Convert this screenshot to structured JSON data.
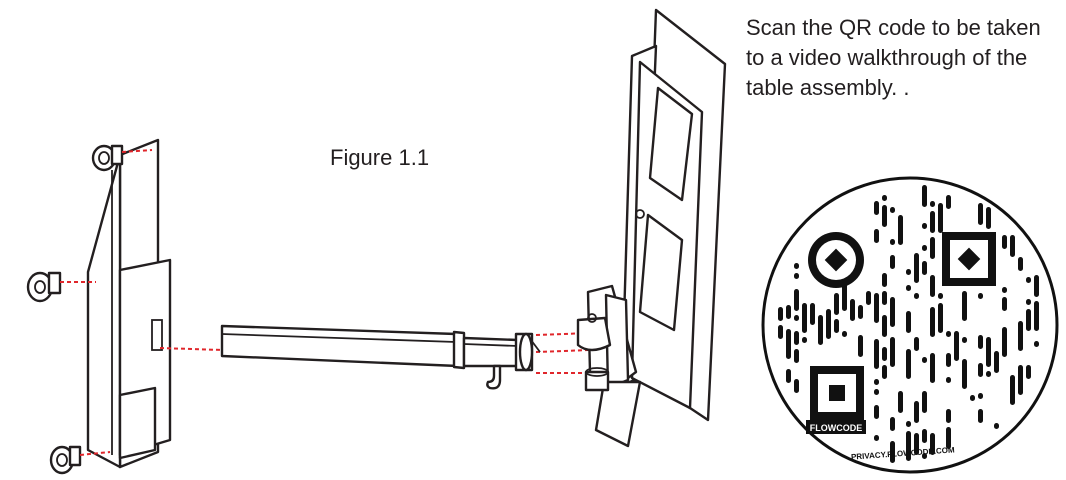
{
  "figure_label": "Figure 1.1",
  "instructions": "Scan the QR code to be taken to a video walkthrough of the table assembly. .",
  "qr": {
    "brand": "FLOWCODE",
    "footer": "PRIVACY.FLOWCODE.COM"
  },
  "colors": {
    "line": "#231f20",
    "guide": "#e0262b",
    "qr_fill": "#111111"
  },
  "icons": [
    "caster-wheel-icon",
    "qr-code-icon"
  ]
}
